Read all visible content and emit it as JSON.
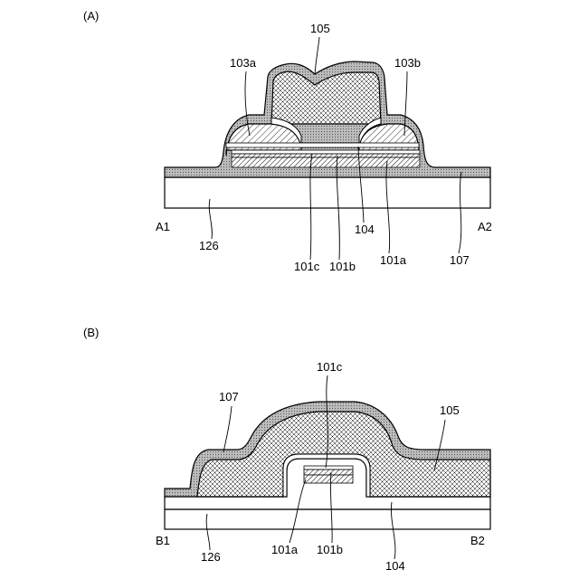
{
  "panel_a": {
    "panel_label": "(A)",
    "labels": {
      "l105": "105",
      "l103a": "103a",
      "l103b": "103b",
      "lA1": "A1",
      "lA2": "A2",
      "l126": "126",
      "l104": "104",
      "l101c": "101c",
      "l101b": "101b",
      "l101a": "101a",
      "l107": "107"
    }
  },
  "panel_b": {
    "panel_label": "(B)",
    "labels": {
      "l101c": "101c",
      "l107": "107",
      "l105": "105",
      "lB1": "B1",
      "lB2": "B2",
      "l126": "126",
      "l101a": "101a",
      "l101b": "101b",
      "l104": "104"
    }
  }
}
